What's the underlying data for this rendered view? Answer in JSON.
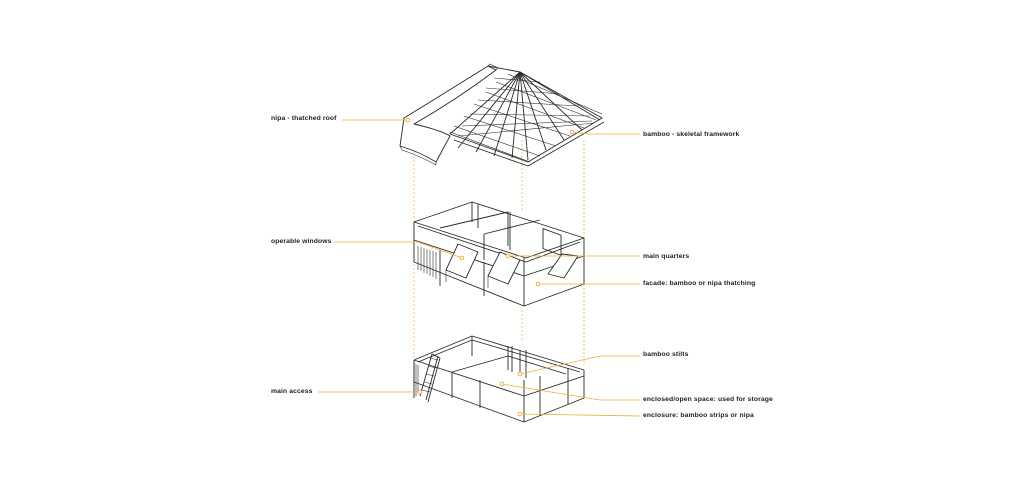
{
  "accent_color": "#f2a93b",
  "labels": {
    "roof": "nipa - thatched roof",
    "framework": "bamboo - skeletal framework",
    "windows": "operable windows",
    "quarters": "main quarters",
    "facade": "facade: bamboo or nipa thatching",
    "stilts": "bamboo stilts",
    "access": "main access",
    "storage": "enclosed/open space: used for storage",
    "enclosure": "enclosure: bamboo strips or nipa"
  }
}
